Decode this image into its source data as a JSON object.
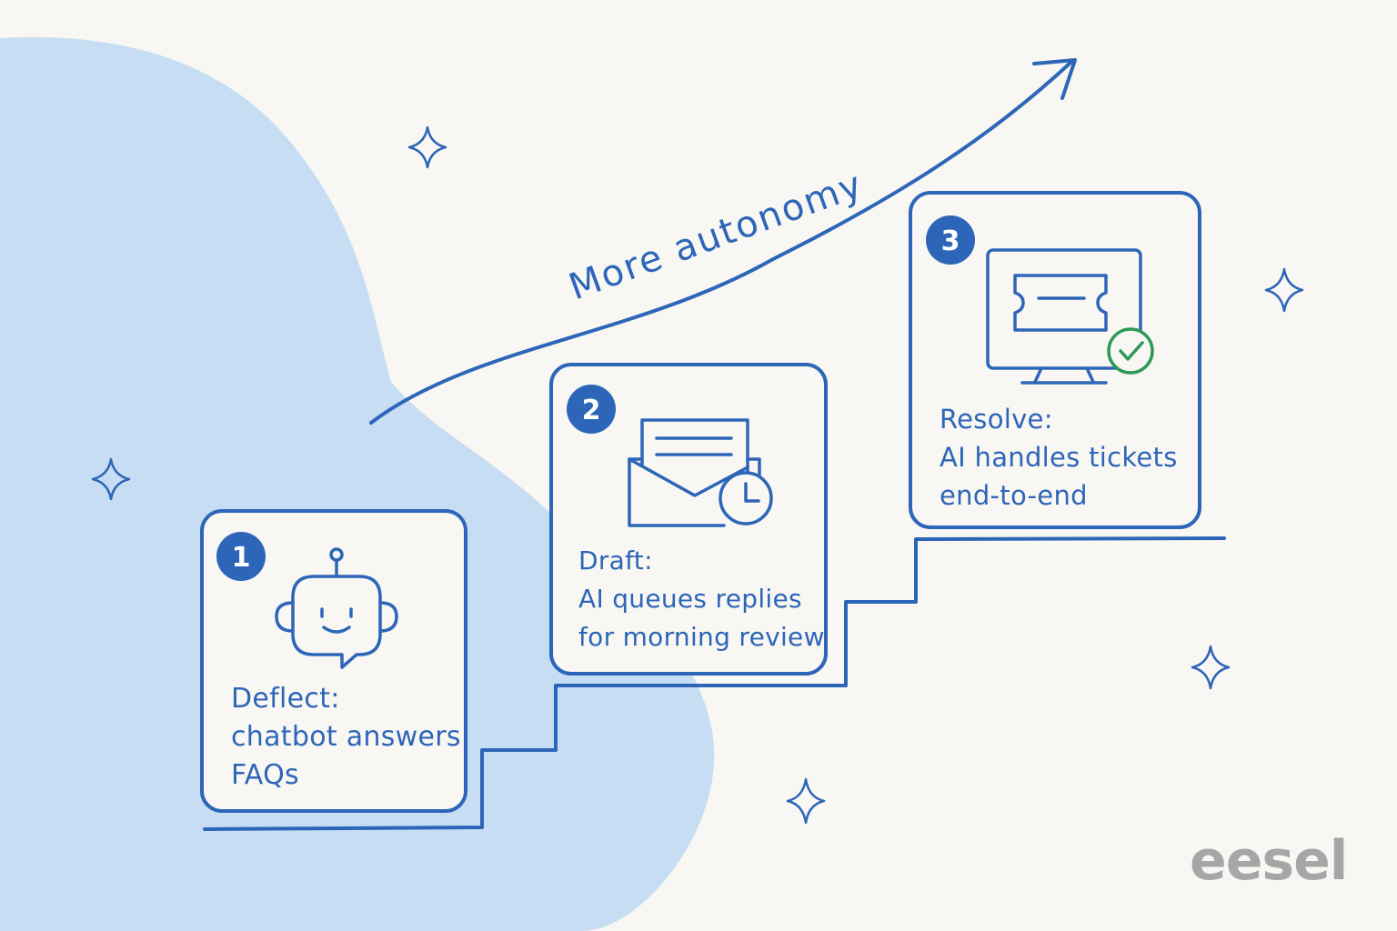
{
  "heading": "More autonomy",
  "steps": [
    {
      "number": "1",
      "title": "Deflect:",
      "lines": [
        "chatbot answers",
        "FAQs"
      ],
      "icon": "robot-chatbot-icon"
    },
    {
      "number": "2",
      "title": "Draft:",
      "lines": [
        "AI queues replies",
        "for morning review"
      ],
      "icon": "envelope-clock-icon"
    },
    {
      "number": "3",
      "title": "Resolve:",
      "lines": [
        "AI handles tickets",
        "end-to-end"
      ],
      "icon": "monitor-ticket-check-icon"
    }
  ],
  "brand": "eesel",
  "colors": {
    "accent": "#2d66b8",
    "blob": "#c7ddf3",
    "background": "#f8f7f3",
    "check": "#2f9a57",
    "logo": "#a6a6a6"
  }
}
